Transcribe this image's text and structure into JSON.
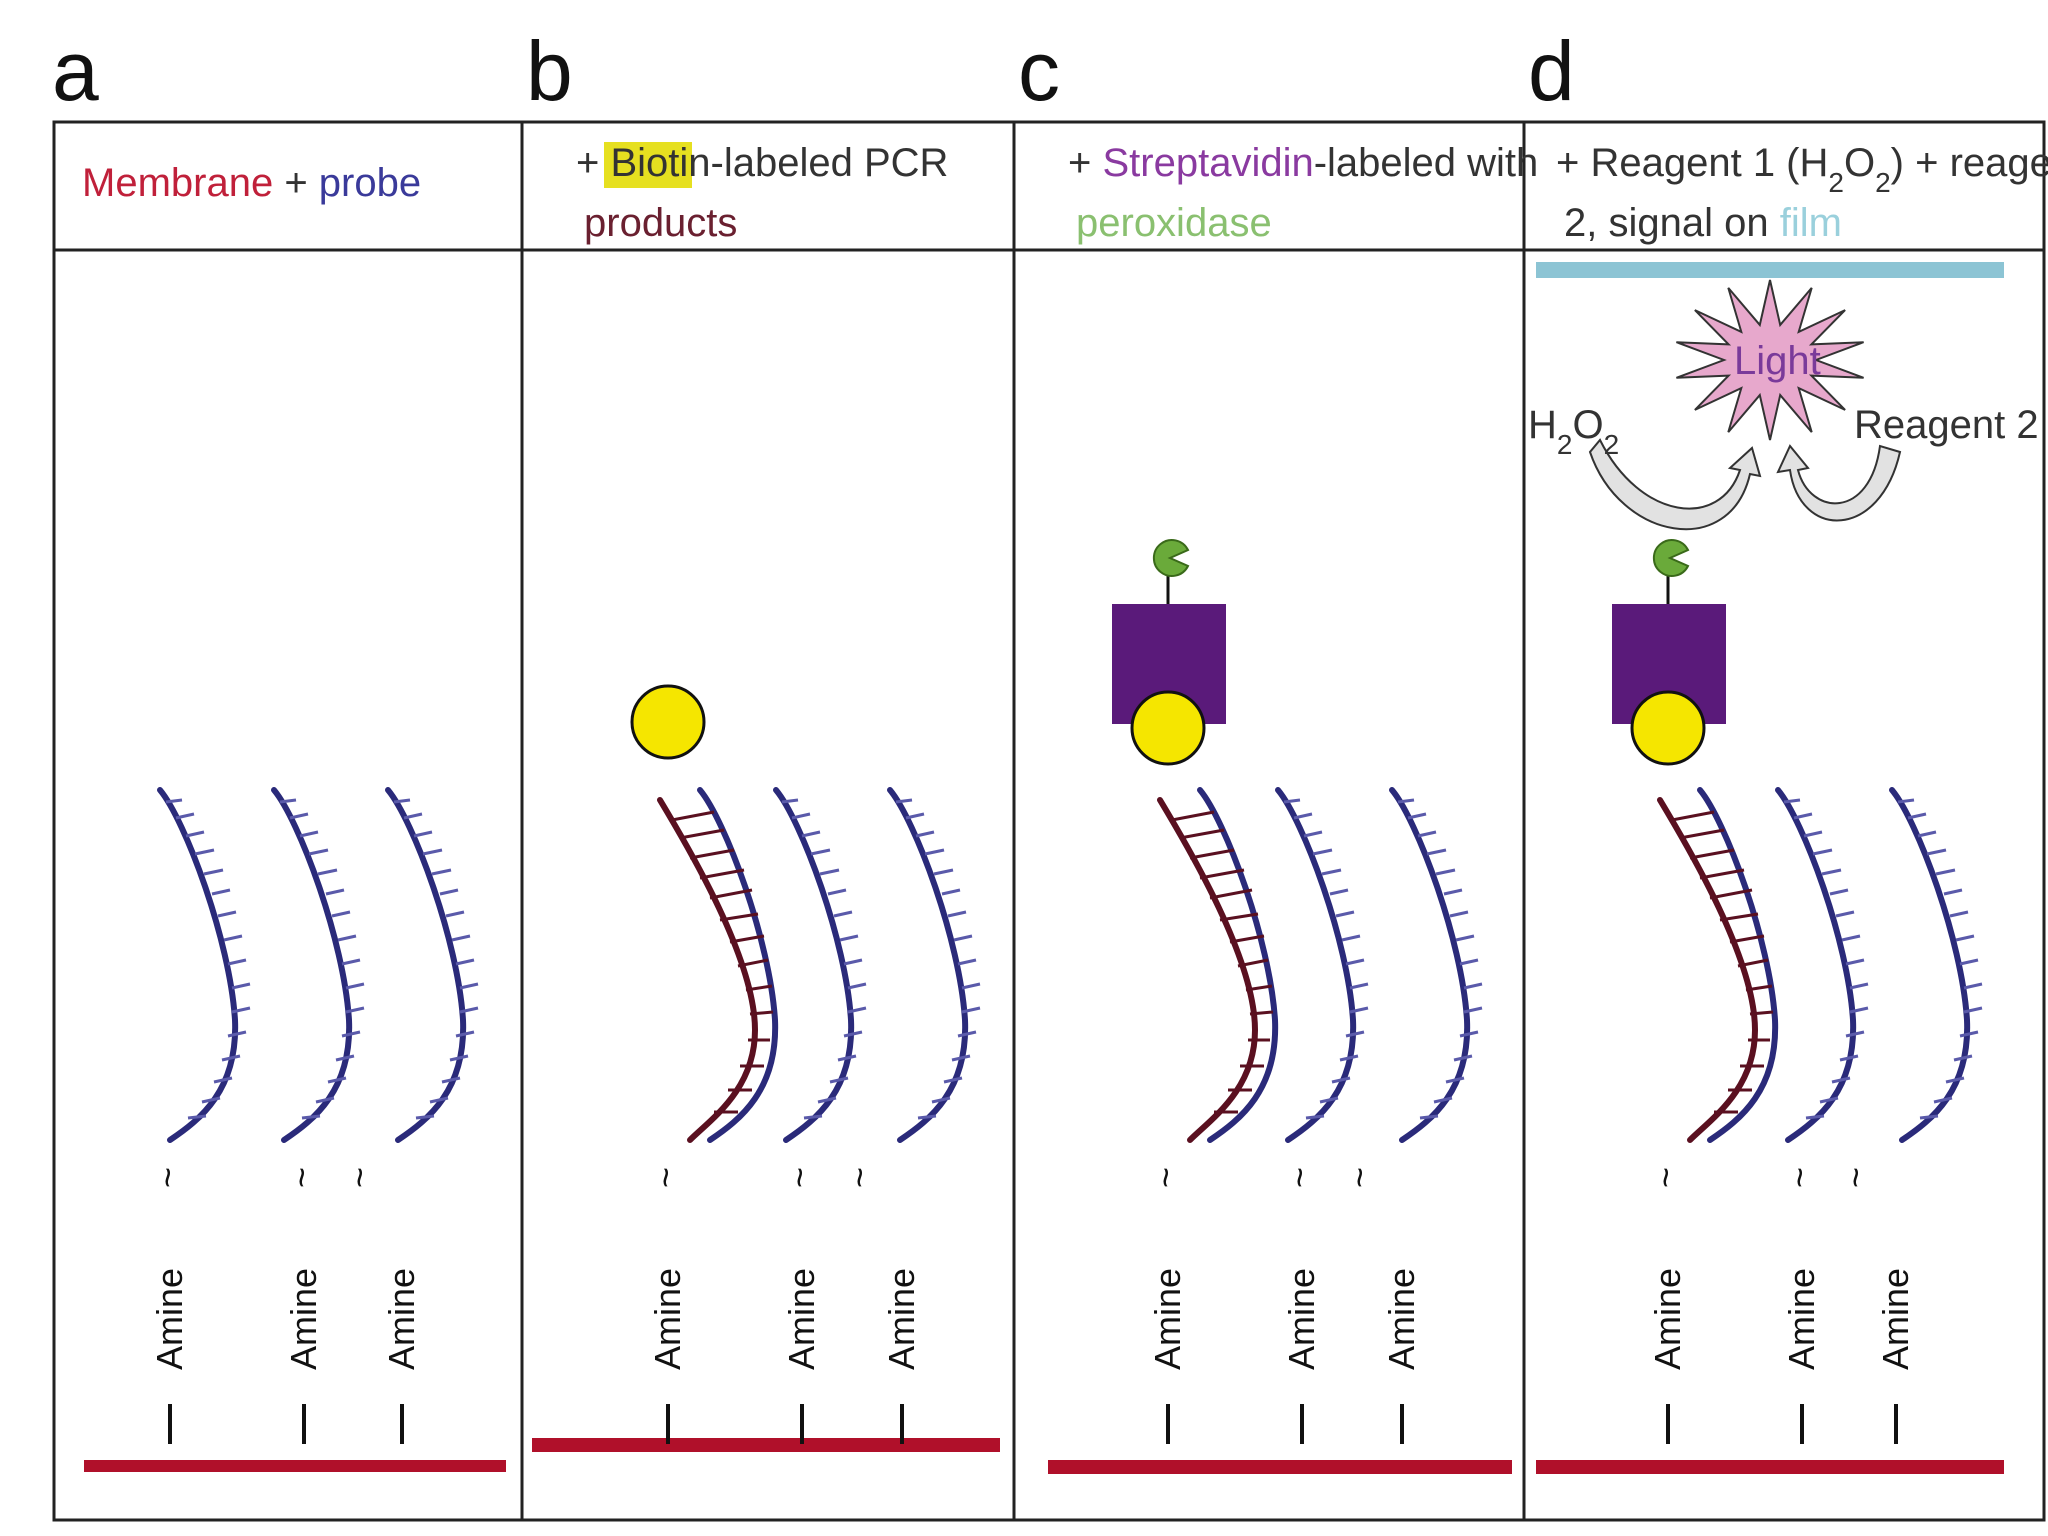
{
  "colors": {
    "membrane": "#b0102a",
    "probe": "#2a2a7a",
    "pcr_strand": "#5a1020",
    "biotin": "#f5e600",
    "biotin_highlight": "#e6e020",
    "streptavidin": "#5a1a7a",
    "peroxidase": "#6aaa3a",
    "film": "#8cc4d4",
    "light_fill": "#e7a8cc",
    "light_text": "#7a3a9a",
    "arrow_fill": "#e2e2e2",
    "frame": "#222222"
  },
  "icons": {
    "peroxidase": "pacman-enzyme-icon",
    "streptavidin": "purple-rectangle-icon",
    "biotin": "yellow-circle-icon",
    "light": "starburst-icon",
    "arrow": "curved-arrow-icon",
    "dna": "helix-strand-icon"
  },
  "panels": [
    {
      "letter": "a",
      "header_line1": [
        {
          "text": "Membrane",
          "color": "#c0203a"
        },
        {
          "text": " + ",
          "color": "#333333"
        },
        {
          "text": "probe",
          "color": "#3a3a9a"
        }
      ],
      "header_line2": [],
      "amine_label": "Amine",
      "tilde": "~"
    },
    {
      "letter": "b",
      "header_line1": [
        {
          "text": "+ ",
          "color": "#333333"
        },
        {
          "text": "Biotin",
          "color": "#333333",
          "highlight": true
        },
        {
          "text": "-labeled PCR",
          "color": "#333333"
        }
      ],
      "header_line2": [
        {
          "text": "products",
          "color": "#6a2030"
        }
      ],
      "amine_label": "Amine",
      "tilde": "~"
    },
    {
      "letter": "c",
      "header_line1": [
        {
          "text": "+ ",
          "color": "#333333"
        },
        {
          "text": "Streptavidin",
          "color": "#8a3aa0"
        },
        {
          "text": "-labeled with",
          "color": "#333333"
        }
      ],
      "header_line2": [
        {
          "text": "peroxidase",
          "color": "#8ac070"
        }
      ],
      "amine_label": "Amine",
      "tilde": "~"
    },
    {
      "letter": "d",
      "header_line1": [
        {
          "text": "+ Reagent 1 (H",
          "color": "#333333"
        },
        {
          "text": "2",
          "color": "#333333",
          "sub": true
        },
        {
          "text": "O",
          "color": "#333333"
        },
        {
          "text": "2",
          "color": "#333333",
          "sub": true
        },
        {
          "text": ") + reagent",
          "color": "#333333"
        }
      ],
      "header_line2": [
        {
          "text": "2, signal on ",
          "color": "#333333"
        },
        {
          "text": "film",
          "color": "#9ad0dc"
        }
      ],
      "amine_label": "Amine",
      "tilde": "~",
      "light_label": "Light",
      "h2o2_label": {
        "main": "H",
        "sub1": "2",
        "mid": "O",
        "sub2": "2"
      },
      "reagent2_label": "Reagent 2"
    }
  ]
}
